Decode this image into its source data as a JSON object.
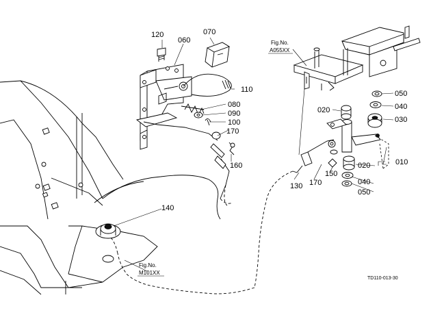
{
  "diagram": {
    "part_labels": {
      "p120": "120",
      "p060": "060",
      "p070": "070",
      "p110": "110",
      "p080": "080",
      "p090": "090",
      "p100": "100",
      "p170a": "170",
      "p160": "160",
      "p140": "140",
      "p050a": "050",
      "p040a": "040",
      "p030": "030",
      "p020a": "020",
      "p010": "010",
      "p020b": "020",
      "p040b": "040",
      "p050b": "050",
      "p130": "130",
      "p170b": "170",
      "p150": "150"
    },
    "fig_refs": {
      "top_label": "Fig.No.",
      "top_number": "A055XX",
      "bottom_label": "Fig.No.",
      "bottom_number": "M101XX"
    },
    "drawing_code": "TD110-013-30"
  }
}
